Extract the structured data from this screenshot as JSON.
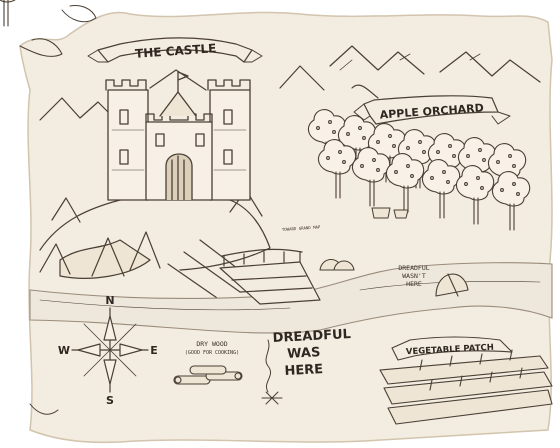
{
  "map": {
    "labels": {
      "castle": "THE CASTLE",
      "orchard": "APPLE ORCHARD",
      "vegetable_patch": "VEGETABLE PATCH",
      "dry_wood_1": "DRY WOOD",
      "dry_wood_2": "(GOOD FOR COOKING)",
      "dreadful_big_1": "DREADFUL",
      "dreadful_big_2": "WAS",
      "dreadful_big_3": "HERE",
      "dreadful_small_1": "DREADFUL",
      "dreadful_small_2": "WASN'T",
      "dreadful_small_3": "HERE",
      "road_note": "TOWARD GRAND MAP"
    },
    "compass": {
      "n": "N",
      "s": "S",
      "e": "E",
      "w": "W"
    },
    "colors": {
      "parchment": "#f3ece0",
      "parchment_edge": "#e4d7c3",
      "ink": "#4a3f35"
    }
  }
}
